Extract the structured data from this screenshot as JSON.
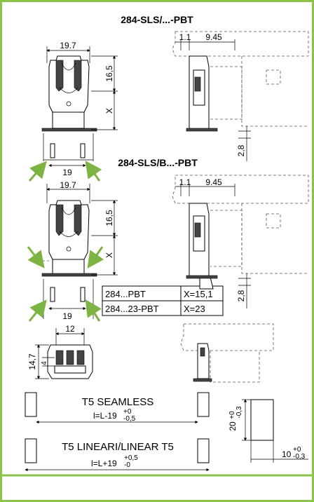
{
  "titles": {
    "top": "284-SLS/...-PBT",
    "middle": "284-SLS/B...-PBT"
  },
  "dims": {
    "top_width": "19.7",
    "top_height": "16,5",
    "top_x": "X",
    "top_side_a": "1.1",
    "top_side_b": "9.45",
    "top_base": "19",
    "top_side_h": "2,8",
    "mid_width": "19.7",
    "mid_height": "16,5",
    "mid_x": "X",
    "mid_side_a": "1.1",
    "mid_side_b": "9.45",
    "mid_base": "19",
    "mid_side_h": "2,8",
    "bottom_width": "12",
    "bottom_height": "14,7",
    "bottom_small": "4",
    "lamp_h": "20",
    "lamp_h_tol_up": "+0",
    "lamp_h_tol_dn": "-0,3",
    "lamp_w": "10",
    "lamp_w_tol_up": "+0",
    "lamp_w_tol_dn": "-0,3"
  },
  "table": {
    "rows": [
      [
        "284...PBT",
        "X=15,1"
      ],
      [
        "284...23-PBT",
        "X=23"
      ]
    ]
  },
  "lamps": {
    "seamless_label": "T5 SEAMLESS",
    "seamless_formula": "l=L-19",
    "seamless_tol_up": "+0",
    "seamless_tol_dn": "-0,5",
    "linear_label": "T5 LINEARI/LINEAR T5",
    "linear_formula": "l=L+19",
    "linear_tol_up": "+0,5",
    "linear_tol_dn": "-0"
  },
  "colors": {
    "frame": "#8bc34a",
    "arrow": "#7cb342"
  }
}
